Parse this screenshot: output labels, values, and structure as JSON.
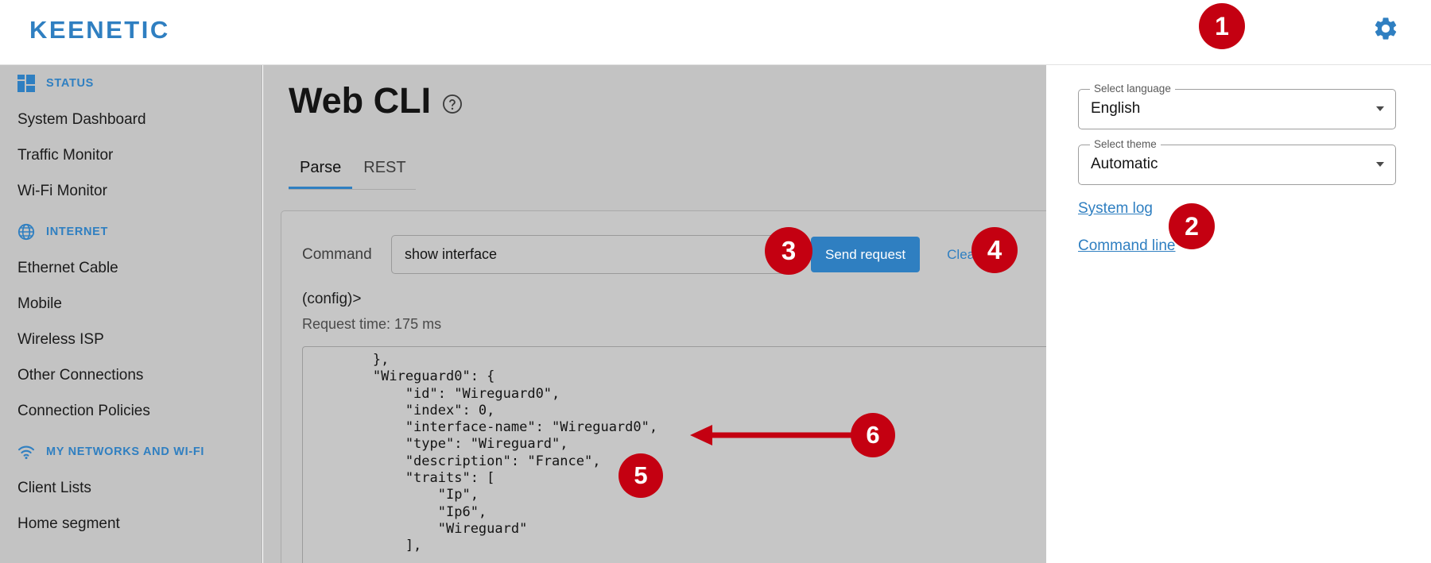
{
  "brand": {
    "logo_text": "KEENETIC",
    "accent_color": "#2f7fc1",
    "badge_color": "#c40011"
  },
  "topbar": {
    "gear_icon": "gear-icon"
  },
  "sidebar": {
    "groups": [
      {
        "label": "STATUS",
        "icon": "dashboard-grid-icon",
        "items": [
          {
            "label": "System Dashboard"
          },
          {
            "label": "Traffic Monitor"
          },
          {
            "label": "Wi-Fi Monitor"
          }
        ]
      },
      {
        "label": "INTERNET",
        "icon": "globe-icon",
        "items": [
          {
            "label": "Ethernet Cable"
          },
          {
            "label": "Mobile"
          },
          {
            "label": "Wireless ISP"
          },
          {
            "label": "Other Connections"
          },
          {
            "label": "Connection Policies"
          }
        ]
      },
      {
        "label": "MY NETWORKS AND WI-FI",
        "icon": "wifi-icon",
        "items": [
          {
            "label": "Client Lists"
          },
          {
            "label": "Home segment"
          }
        ]
      }
    ]
  },
  "main": {
    "page_title": "Web CLI",
    "help_icon": "help-circle-icon",
    "tabs": [
      {
        "label": "Parse",
        "active": true
      },
      {
        "label": "REST",
        "active": false
      }
    ],
    "command": {
      "label": "Command",
      "value": "show interface",
      "placeholder": "",
      "send_label": "Send request",
      "clear_label": "Clear"
    },
    "prompt": "(config)>",
    "request_time": "Request time: 175 ms",
    "console_output": "        },\n        \"Wireguard0\": {\n            \"id\": \"Wireguard0\",\n            \"index\": 0,\n            \"interface-name\": \"Wireguard0\",\n            \"type\": \"Wireguard\",\n            \"description\": \"France\",\n            \"traits\": [\n                \"Ip\",\n                \"Ip6\",\n                \"Wireguard\"\n            ],"
  },
  "right_panel": {
    "language_field": {
      "label": "Select language",
      "value": "English"
    },
    "theme_field": {
      "label": "Select theme",
      "value": "Automatic"
    },
    "links": [
      {
        "label": "System log"
      },
      {
        "label": "Command line"
      }
    ]
  },
  "annotations": [
    {
      "number": "1"
    },
    {
      "number": "2"
    },
    {
      "number": "3"
    },
    {
      "number": "4"
    },
    {
      "number": "5"
    },
    {
      "number": "6"
    }
  ]
}
